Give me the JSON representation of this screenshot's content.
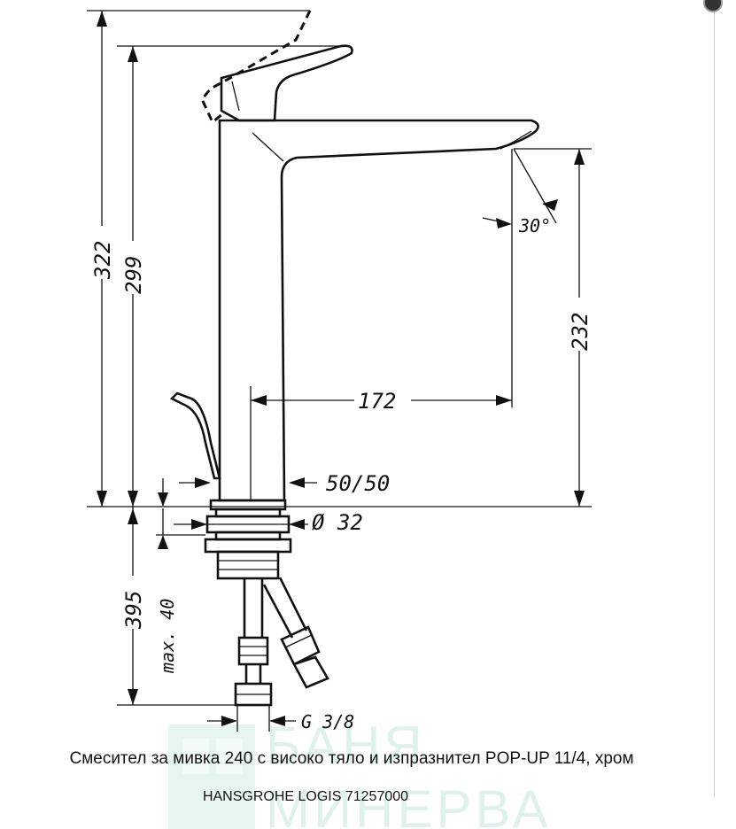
{
  "dimensions": {
    "total_height": "322",
    "body_height": "299",
    "spout_height": "232",
    "spout_reach": "172",
    "spout_angle": "30°",
    "base_size": "50/50",
    "connection_diameter": "Ø 32",
    "counter_thickness": "max. 40",
    "below_counter": "395",
    "hose_thread": "G 3/8"
  },
  "watermark": {
    "line1": "БАНЯ",
    "line2": "МИНЕРВА",
    "color": "#dff2ea"
  },
  "caption": {
    "title": "Смесител за мивка 240 с високо тяло и изпразнител POP-UP 11/4, хром",
    "model": "HANSGROHE LOGIS 71257000"
  }
}
